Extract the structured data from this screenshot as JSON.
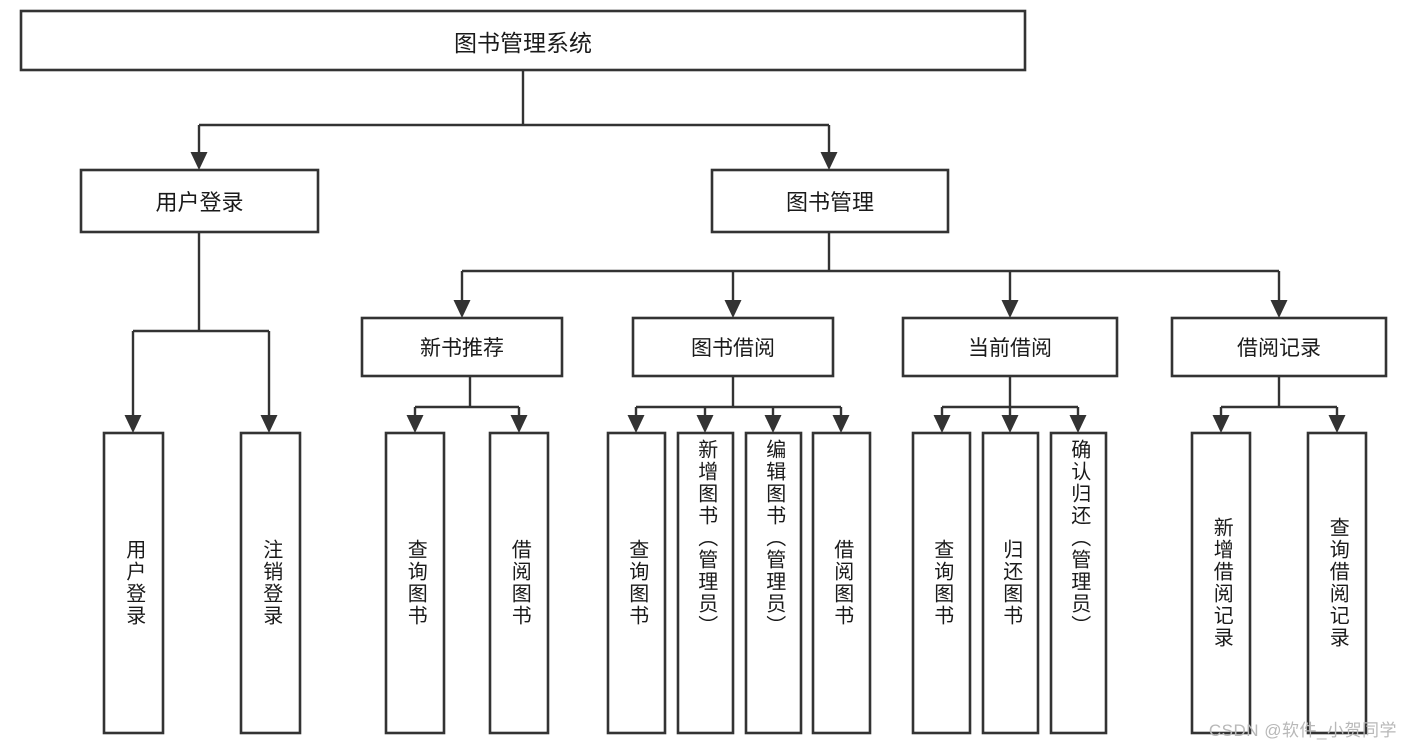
{
  "diagram": {
    "type": "tree-hierarchy",
    "title_text": "图书管理系统",
    "watermark": "CSDN @软件_小贺同学",
    "colors": {
      "box_stroke": "#333333",
      "box_fill": "#ffffff",
      "text": "#1a1a1a",
      "connector": "#333333",
      "watermark": "#b8b8b8",
      "background": "#ffffff"
    },
    "levels": {
      "level0_label": "图书管理系统",
      "level1_labels": [
        "用户登录",
        "图书管理"
      ],
      "level2_labels": [
        "新书推荐",
        "图书借阅",
        "当前借阅",
        "借阅记录"
      ]
    },
    "nodes": {
      "root": {
        "label": "图书管理系统",
        "orientation": "horizontal"
      },
      "user_login": {
        "label": "用户登录",
        "orientation": "horizontal"
      },
      "book_manage": {
        "label": "图书管理",
        "orientation": "horizontal"
      },
      "new_book_rec": {
        "label": "新书推荐",
        "orientation": "horizontal"
      },
      "book_borrow": {
        "label": "图书借阅",
        "orientation": "horizontal"
      },
      "current_borrow": {
        "label": "当前借阅",
        "orientation": "horizontal"
      },
      "borrow_record": {
        "label": "借阅记录",
        "orientation": "horizontal"
      },
      "leaf_user_login": {
        "label": "用户登录",
        "orientation": "vertical"
      },
      "leaf_logout": {
        "label": "注销登录",
        "orientation": "vertical"
      },
      "leaf_query_book_1": {
        "label": "查询图书",
        "orientation": "vertical"
      },
      "leaf_borrow_book_1": {
        "label": "借阅图书",
        "orientation": "vertical"
      },
      "leaf_query_book_2": {
        "label": "查询图书",
        "orientation": "vertical"
      },
      "leaf_add_book": {
        "label": "新增图书（管理员）",
        "orientation": "vertical"
      },
      "leaf_edit_book": {
        "label": "编辑图书（管理员）",
        "orientation": "vertical"
      },
      "leaf_borrow_book_2": {
        "label": "借阅图书",
        "orientation": "vertical"
      },
      "leaf_query_book_3": {
        "label": "查询图书",
        "orientation": "vertical"
      },
      "leaf_return_book": {
        "label": "归还图书",
        "orientation": "vertical"
      },
      "leaf_confirm_return": {
        "label": "确认归还（管理员）",
        "orientation": "vertical"
      },
      "leaf_add_record": {
        "label": "新增借阅记录",
        "orientation": "vertical"
      },
      "leaf_query_record": {
        "label": "查询借阅记录",
        "orientation": "vertical"
      }
    },
    "edges": [
      {
        "from": "root",
        "to": "user_login"
      },
      {
        "from": "root",
        "to": "book_manage"
      },
      {
        "from": "user_login",
        "to": "leaf_user_login"
      },
      {
        "from": "user_login",
        "to": "leaf_logout"
      },
      {
        "from": "book_manage",
        "to": "new_book_rec"
      },
      {
        "from": "book_manage",
        "to": "book_borrow"
      },
      {
        "from": "book_manage",
        "to": "current_borrow"
      },
      {
        "from": "book_manage",
        "to": "borrow_record"
      },
      {
        "from": "new_book_rec",
        "to": "leaf_query_book_1"
      },
      {
        "from": "new_book_rec",
        "to": "leaf_borrow_book_1"
      },
      {
        "from": "book_borrow",
        "to": "leaf_query_book_2"
      },
      {
        "from": "book_borrow",
        "to": "leaf_add_book"
      },
      {
        "from": "book_borrow",
        "to": "leaf_edit_book"
      },
      {
        "from": "book_borrow",
        "to": "leaf_borrow_book_2"
      },
      {
        "from": "current_borrow",
        "to": "leaf_query_book_3"
      },
      {
        "from": "current_borrow",
        "to": "leaf_return_book"
      },
      {
        "from": "current_borrow",
        "to": "leaf_confirm_return"
      },
      {
        "from": "borrow_record",
        "to": "leaf_add_record"
      },
      {
        "from": "borrow_record",
        "to": "leaf_query_record"
      }
    ]
  }
}
